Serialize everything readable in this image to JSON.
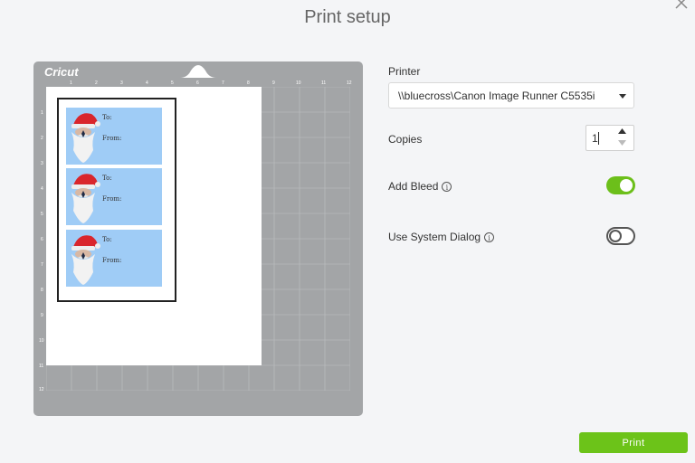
{
  "dialog": {
    "title": "Print setup"
  },
  "mat": {
    "logo": "Cricut",
    "top_ruler": [
      "1",
      "2",
      "3",
      "4",
      "5",
      "6",
      "7",
      "8",
      "9",
      "10",
      "11",
      "12"
    ],
    "left_ruler": [
      "1",
      "2",
      "3",
      "4",
      "5",
      "6",
      "7",
      "8",
      "9",
      "10",
      "11",
      "12"
    ],
    "tags": [
      {
        "to": "To:",
        "from": "From:"
      },
      {
        "to": "To:",
        "from": "From:"
      },
      {
        "to": "To:",
        "from": "From:"
      }
    ]
  },
  "printer": {
    "label": "Printer",
    "value": "\\\\bluecross\\Canon Image Runner C5535i"
  },
  "copies": {
    "label": "Copies",
    "value": "1"
  },
  "add_bleed": {
    "label": "Add Bleed",
    "enabled": true
  },
  "system_dialog": {
    "label": "Use System Dialog",
    "enabled": false
  },
  "actions": {
    "print_label": "Print"
  },
  "colors": {
    "accent": "#6cc319",
    "mat": "#a3a5a7",
    "tag": "#9fccf6"
  }
}
